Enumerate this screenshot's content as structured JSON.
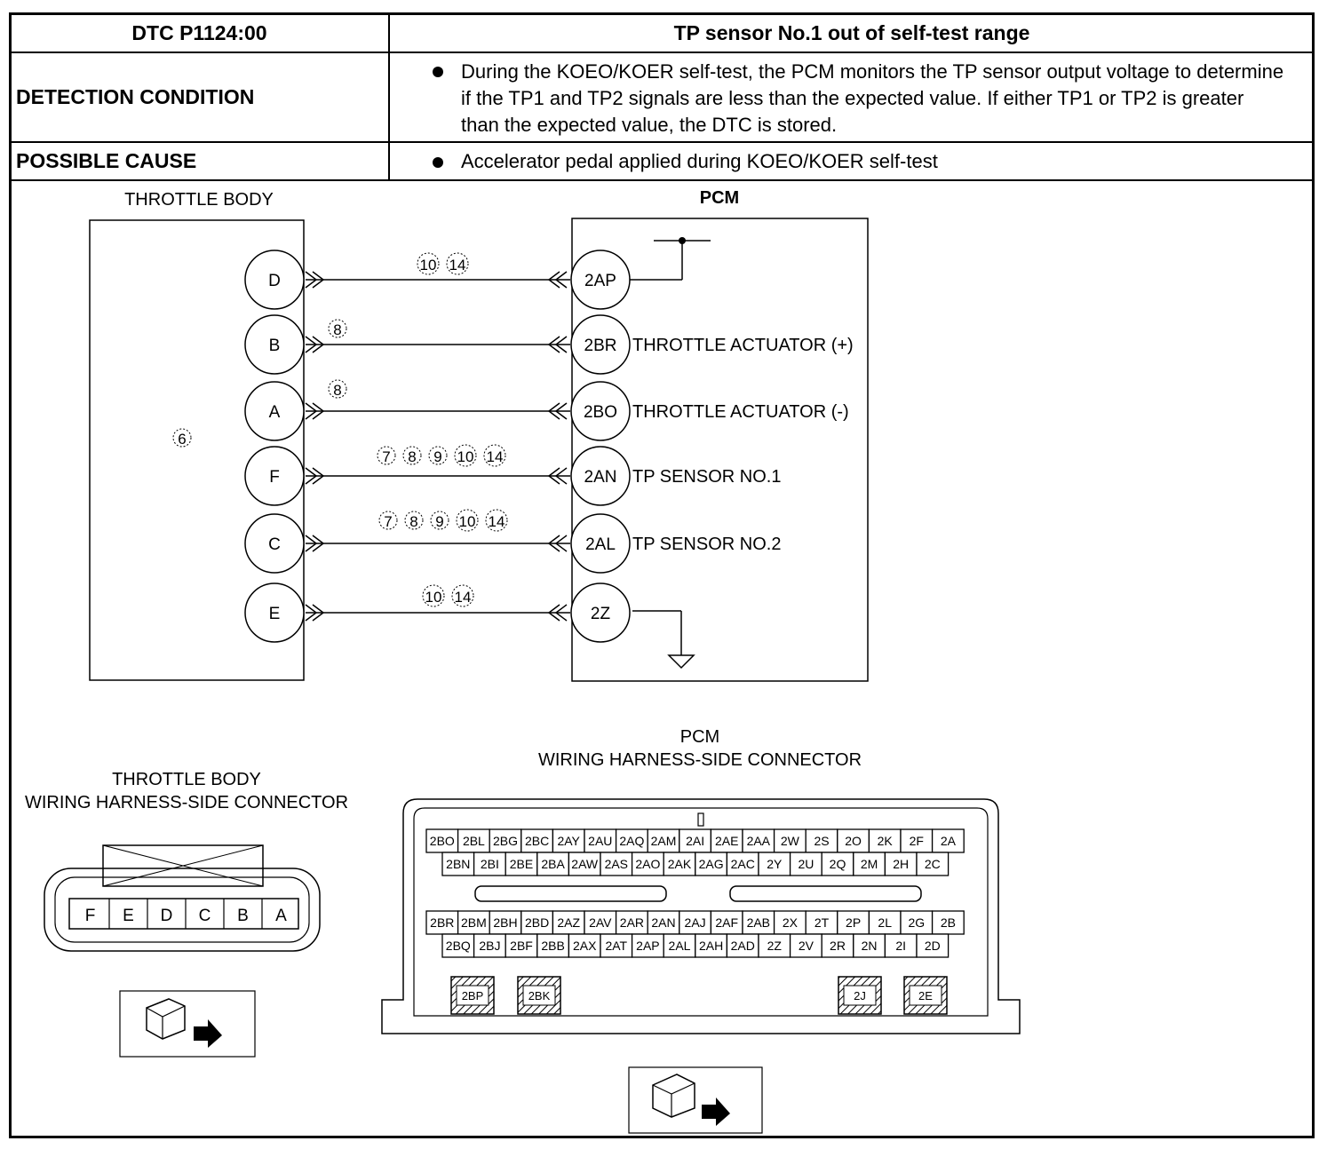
{
  "table": {
    "dtc_code": "DTC P1124:00",
    "dtc_title": "TP sensor No.1 out of self-test range",
    "detection_label": "DETECTION CONDITION",
    "detection_text": "During the KOEO/KOER self-test, the PCM monitors the TP sensor output voltage to determine if the TP1 and TP2 signals are less than the expected value. If either TP1 or TP2 is greater than the expected value, the DTC is stored.",
    "cause_label": "POSSIBLE CAUSE",
    "cause_text": "Accelerator pedal applied during KOEO/KOER self-test"
  },
  "schematic": {
    "throttle_body_title": "THROTTLE BODY",
    "pcm_title": "PCM",
    "throttle_body_ref": "6",
    "wires": [
      {
        "tb_pin": "D",
        "pcm_pin": "2AP",
        "refs": [
          "10",
          "14"
        ],
        "function": ""
      },
      {
        "tb_pin": "B",
        "pcm_pin": "2BR",
        "refs": [
          "8"
        ],
        "function": "THROTTLE ACTUATOR (+)"
      },
      {
        "tb_pin": "A",
        "pcm_pin": "2BO",
        "refs": [
          "8"
        ],
        "function": "THROTTLE ACTUATOR (-)"
      },
      {
        "tb_pin": "F",
        "pcm_pin": "2AN",
        "refs": [
          "7",
          "8",
          "9",
          "10",
          "14"
        ],
        "function": "TP SENSOR NO.1"
      },
      {
        "tb_pin": "C",
        "pcm_pin": "2AL",
        "refs": [
          "7",
          "8",
          "9",
          "10",
          "14"
        ],
        "function": "TP SENSOR NO.2"
      },
      {
        "tb_pin": "E",
        "pcm_pin": "2Z",
        "refs": [
          "10",
          "14"
        ],
        "function": ""
      }
    ]
  },
  "tb_connector": {
    "title_line1": "THROTTLE BODY",
    "title_line2": "WIRING HARNESS-SIDE CONNECTOR",
    "pins": [
      "F",
      "E",
      "D",
      "C",
      "B",
      "A"
    ]
  },
  "pcm_connector": {
    "title_line1": "PCM",
    "title_line2": "WIRING HARNESS-SIDE CONNECTOR",
    "upper_row1": [
      "2BO",
      "2BL",
      "2BG",
      "2BC",
      "2AY",
      "2AU",
      "2AQ",
      "2AM",
      "2AI",
      "2AE",
      "2AA",
      "2W",
      "2S",
      "2O",
      "2K",
      "2F",
      "2A"
    ],
    "upper_row2": [
      "2BN",
      "2BI",
      "2BE",
      "2BA",
      "2AW",
      "2AS",
      "2AO",
      "2AK",
      "2AG",
      "2AC",
      "2Y",
      "2U",
      "2Q",
      "2M",
      "2H",
      "2C"
    ],
    "lower_row1": [
      "2BR",
      "2BM",
      "2BH",
      "2BD",
      "2AZ",
      "2AV",
      "2AR",
      "2AN",
      "2AJ",
      "2AF",
      "2AB",
      "2X",
      "2T",
      "2P",
      "2L",
      "2G",
      "2B"
    ],
    "lower_row2": [
      "2BQ",
      "2BJ",
      "2BF",
      "2BB",
      "2AX",
      "2AT",
      "2AP",
      "2AL",
      "2AH",
      "2AD",
      "2Z",
      "2V",
      "2R",
      "2N",
      "2I",
      "2D"
    ],
    "hatched": [
      "2BP",
      "2BK",
      "2J",
      "2E"
    ]
  }
}
